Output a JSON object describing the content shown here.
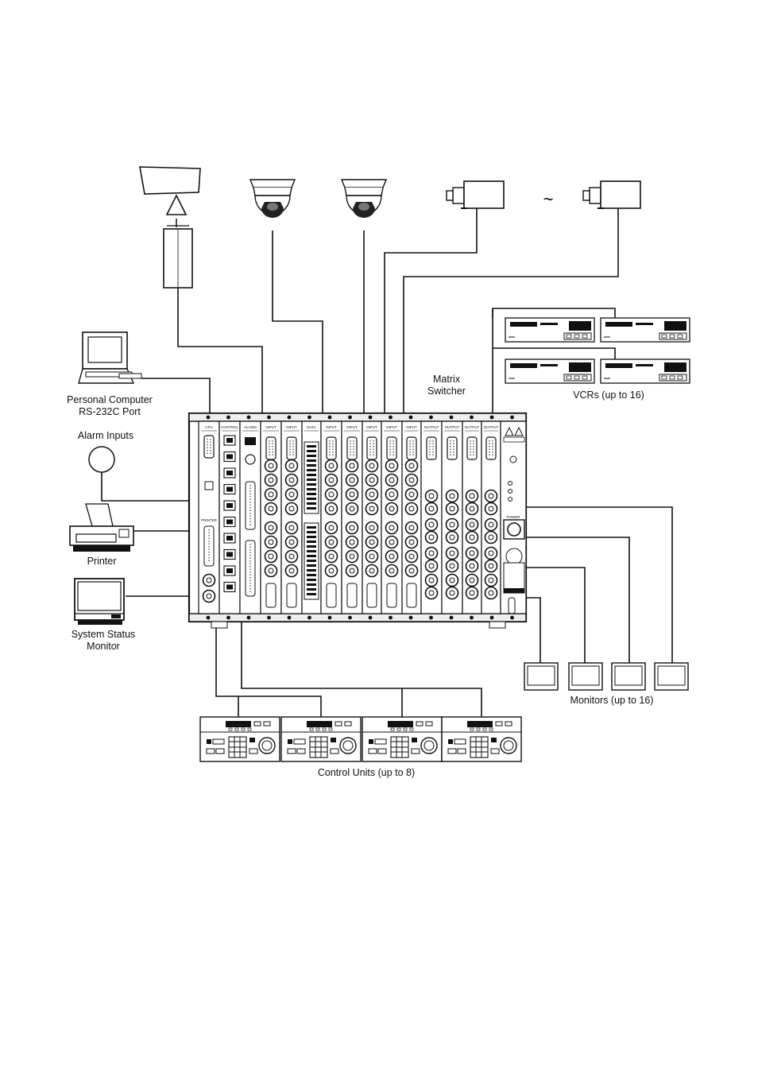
{
  "labels": {
    "pc_line1": "Personal Computer",
    "pc_line2": "RS-232C Port",
    "alarm_inputs": "Alarm Inputs",
    "printer": "Printer",
    "status_line1": "System Status",
    "status_line2": "Monitor",
    "matrix_line1": "Matrix",
    "matrix_line2": "Switcher",
    "vcrs": "VCRs (up to 16)",
    "monitors": "Monitors (up to 16)",
    "control_units": "Control Units (up to 8)"
  },
  "module_labels": [
    "CPU",
    "CONTROL",
    "ALARM",
    "INPUT",
    "INPUT",
    "DATA",
    "INPUT",
    "INPUT",
    "INPUT",
    "INPUT",
    "INPUT",
    "OUTPUT",
    "OUTPUT",
    "OUTPUT",
    "OUTPUT"
  ],
  "cpu_port_label": "PRINTER",
  "power_label": "POWER",
  "tilde": "~",
  "colors": {
    "line": "#111111",
    "background": "#ffffff",
    "panel": "#f4f4f4"
  }
}
